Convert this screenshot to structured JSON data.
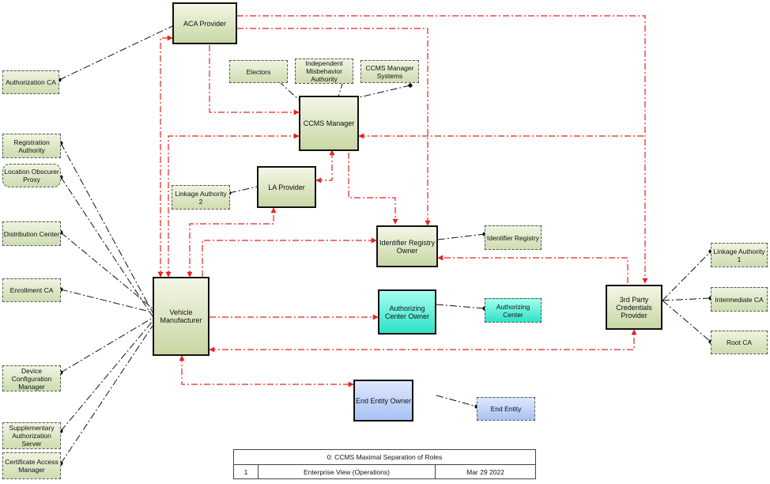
{
  "nodes": {
    "aca_provider": "ACA Provider",
    "authorization_ca": "Authorization CA",
    "electors": "Electors",
    "misbehavior_authority": "Independent Misbehavior Authority",
    "ccms_manager_systems": "CCMS Manager Systems",
    "ccms_manager": "CCMS Manager",
    "registration_authority": "Registration Authority",
    "location_obscurer_proxy": "Location Obscurer Proxy",
    "la_provider": "LA Provider",
    "linkage_authority_2": "Linkage Authority 2",
    "distribution_center": "Distribution Center",
    "identifier_registry_owner": "Identifier Registry Owner",
    "identifier_registry": "Identifier Registry",
    "enrollment_ca": "Enrollment CA",
    "vehicle_manufacturer": "Vehicle Manufacturer",
    "authorizing_center_owner": "Authorizing Center Owner",
    "authorizing_center": "Authorizing Center",
    "third_party_provider": "3rd Party Credentials Provider",
    "linkage_authority_1": "Linkage Authority 1",
    "intermediate_ca": "Intermediate CA",
    "root_ca": "Root CA",
    "device_config_manager": "Device Configuration Manager",
    "supplementary_auth_server": "Supplementary Authorization Server",
    "certificate_access_manager": "Certificate Access Manager",
    "end_entity_owner": "End Entity Owner",
    "end_entity": "End Entity"
  },
  "title_block": {
    "title": "0: CCMS Maximal Separation of Roles",
    "number": "1",
    "view": "Enterprise View (Operations)",
    "date": "Mar 29 2022"
  },
  "colors": {
    "flow_red": "#e8231f",
    "association_black": "#111111",
    "major_fill": "#c9d7a5",
    "authorizing_cyan": "#2ee0c8",
    "end_entity_blue": "#a8c2f2"
  }
}
